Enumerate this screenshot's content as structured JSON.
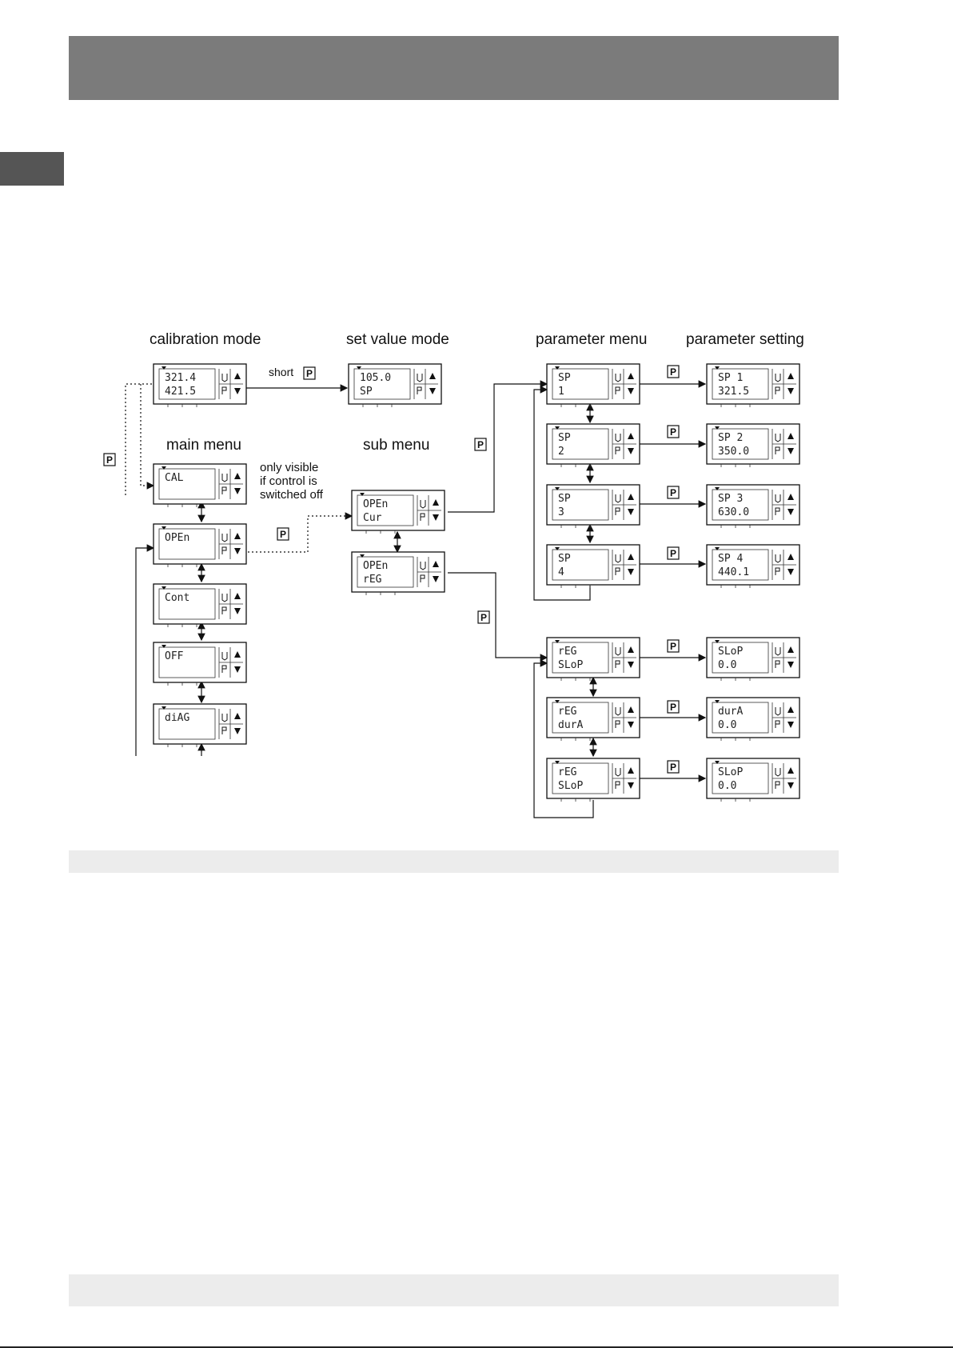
{
  "titles": {
    "calibration_mode": "calibration mode",
    "set_value_mode": "set value mode",
    "parameter_menu": "parameter menu",
    "parameter_setting": "parameter setting",
    "main_menu": "main menu",
    "sub_menu": "sub menu"
  },
  "note_lines": [
    "only visible",
    "if control is",
    "switched off"
  ],
  "labels": {
    "short": "short",
    "p_key": "P"
  },
  "displays": {
    "calibration": [
      "321.4",
      "421.5"
    ],
    "set_value": [
      "105.0",
      "SP"
    ],
    "main_1": [
      "CAL",
      ""
    ],
    "main_2": [
      "OPEn",
      ""
    ],
    "main_3": [
      "Cont",
      ""
    ],
    "main_4": [
      "OFF",
      ""
    ],
    "main_5": [
      "diAG",
      ""
    ],
    "sub_1": [
      "OPEn",
      "Cur"
    ],
    "sub_2": [
      "OPEn",
      "rEG"
    ],
    "param_1": [
      "SP",
      "1"
    ],
    "param_2": [
      "SP",
      "2"
    ],
    "param_3": [
      "SP",
      "3"
    ],
    "param_4": [
      "SP",
      "4"
    ],
    "set_1": [
      "SP 1",
      "321.5"
    ],
    "set_2": [
      "SP 2",
      "350.0"
    ],
    "set_3": [
      "SP 3",
      "630.0"
    ],
    "set_4": [
      "SP 4",
      "440.1"
    ],
    "reg_1": [
      "rEG",
      "SLoP"
    ],
    "reg_2": [
      "rEG",
      "durA"
    ],
    "reg_3": [
      "rEG",
      "SLoP"
    ],
    "regset_1": [
      "SLoP",
      "0.0"
    ],
    "regset_2": [
      "durA",
      "0.0"
    ],
    "regset_3": [
      "SLoP",
      "0.0"
    ]
  }
}
